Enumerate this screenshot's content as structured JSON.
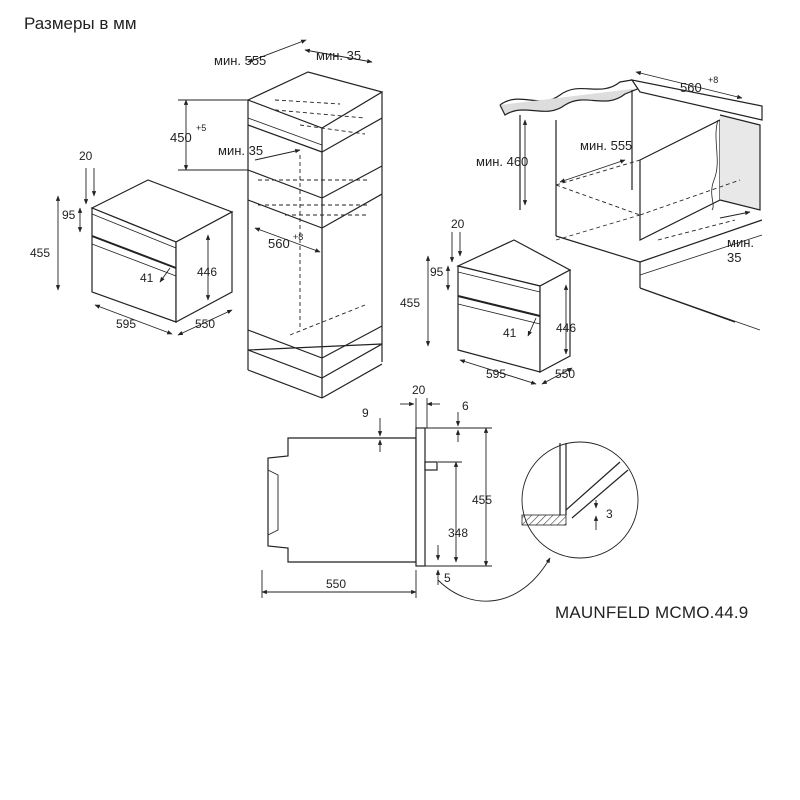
{
  "title": "Размеры в мм",
  "model": "MAUNFELD MCMO.44.9",
  "tall_cabinet": {
    "depth_min": "мин. 555",
    "gap_min": "мин. 35",
    "opening_height": "450",
    "opening_height_tol": "+5",
    "inner_gap_min": "мин. 35",
    "opening_width": "560",
    "opening_width_tol": "+8"
  },
  "oven_left": {
    "top_offset": "20",
    "panel_height": "95",
    "total_height": "455",
    "handle_depth": "41",
    "body_height": "446",
    "width": "595",
    "depth": "550"
  },
  "under_counter": {
    "opening_width": "560",
    "opening_width_tol": "+8",
    "height_min": "мин. 460",
    "depth_min": "мин. 555",
    "rear_gap_min_1": "мин.",
    "rear_gap_min_2": "35"
  },
  "oven_right": {
    "top_offset": "20",
    "panel_height": "95",
    "total_height": "455",
    "handle_depth": "41",
    "body_height": "446",
    "width": "595",
    "depth": "550"
  },
  "side_view": {
    "frame_thickness": "20",
    "top_gap": "9",
    "top_offset": "6",
    "total_height": "455",
    "inner_height": "348",
    "bottom_offset": "5",
    "depth": "550"
  },
  "detail": {
    "gap": "3"
  }
}
